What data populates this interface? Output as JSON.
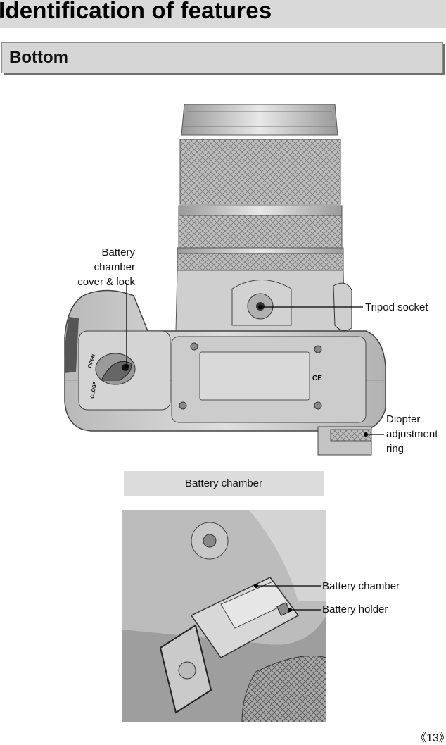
{
  "header": {
    "title": "Identification of features"
  },
  "section": {
    "title": "Bottom"
  },
  "camera_bottom": {
    "labels": {
      "battery_cover_line1": "Battery chamber",
      "battery_cover_line2": "cover & lock",
      "tripod_socket": "Tripod socket",
      "diopter_line1": "Diopter",
      "diopter_line2": "adjustment",
      "diopter_line3": "ring"
    },
    "dial_text": {
      "open": "OPEN",
      "close": "CLOSE"
    }
  },
  "battery_section": {
    "header": "Battery chamber",
    "labels": {
      "chamber": "Battery chamber",
      "holder": "Battery holder"
    }
  },
  "footer": {
    "page_number": "《13》"
  }
}
